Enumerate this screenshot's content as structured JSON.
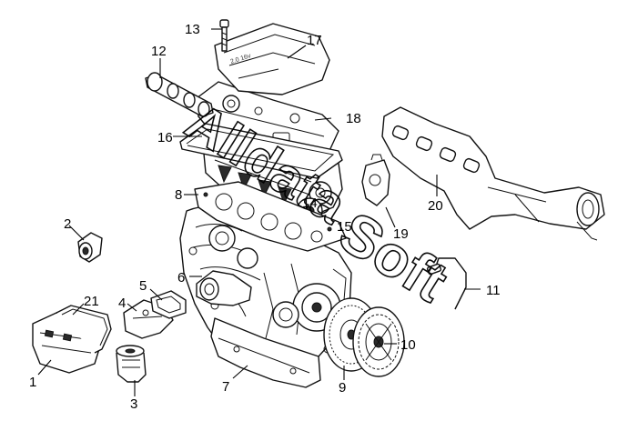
{
  "callouts": {
    "c1": "1",
    "c2": "2",
    "c3": "3",
    "c4": "4",
    "c5": "5",
    "c6": "6",
    "c7": "7",
    "c8": "8",
    "c9": "9",
    "c10": "10",
    "c11": "11",
    "c12": "12",
    "c13": "13",
    "c14": "14",
    "c15": "15",
    "c16": "16",
    "c17": "17",
    "c18": "18",
    "c19": "19",
    "c20": "20",
    "c21": "21"
  },
  "watermark": {
    "word1": "Alldata",
    "word2": "Soft"
  },
  "colors": {
    "line": "#111111",
    "background": "#ffffff"
  }
}
